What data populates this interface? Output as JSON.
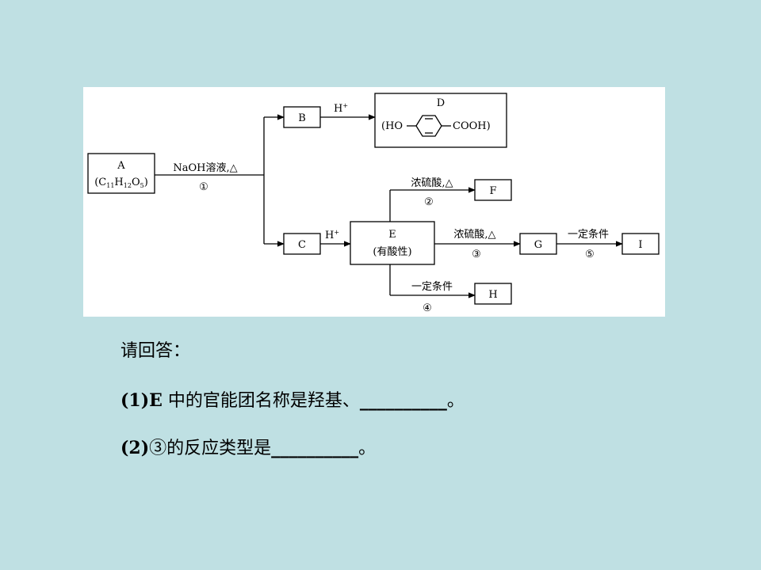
{
  "diagram": {
    "A": {
      "label": "A",
      "formula_prefix": "(C",
      "n_c": "11",
      "h": "H",
      "n_h": "12",
      "o": "O",
      "n_o": "5",
      "formula_suffix": ")"
    },
    "B": "B",
    "C": "C",
    "D": {
      "label": "D",
      "left": "(HO",
      "right": "COOH)"
    },
    "E": {
      "label": "E",
      "note": "(有酸性)"
    },
    "F": "F",
    "G": "G",
    "H": "H",
    "I": "I",
    "arrows": {
      "a_to_split": {
        "reagent": "NaOH溶液,△",
        "step": "①"
      },
      "b_to_d": {
        "reagent": "H",
        "sup": "+"
      },
      "c_to_e": {
        "reagent": "H",
        "sup": "+"
      },
      "e_to_f": {
        "reagent": "浓硫酸,△",
        "step": "②"
      },
      "e_to_g": {
        "reagent": "浓硫酸,△",
        "step": "③"
      },
      "g_to_i": {
        "reagent": "一定条件",
        "step": "⑤"
      },
      "e_to_h": {
        "reagent": "一定条件",
        "step": "④"
      }
    }
  },
  "questions": {
    "intro": "请回答：",
    "q1_num": "(1)E",
    "q1_text": " 中的官能团名称是羟基、",
    "q1_blank": "__________",
    "q1_end": "。",
    "q2_num": "(2)",
    "q2_text": "③的反应类型是",
    "q2_blank": "__________",
    "q2_end": "。"
  }
}
